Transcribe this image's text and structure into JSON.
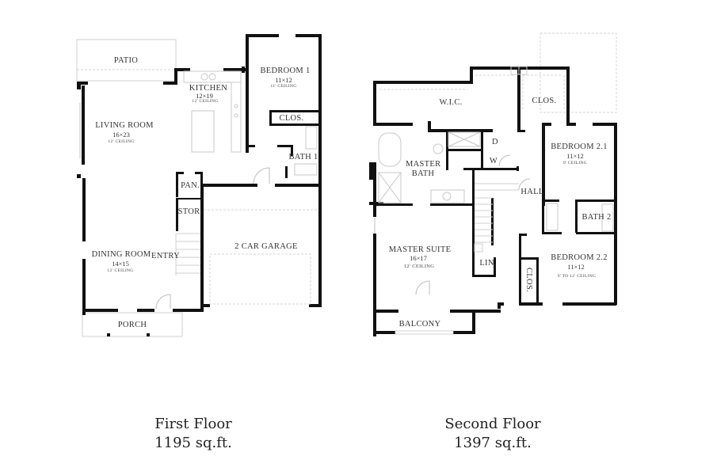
{
  "floors": [
    {
      "title": "First Floor",
      "area": "1195 sq.ft.",
      "rooms": {
        "patio": {
          "name": "PATIO"
        },
        "kitchen": {
          "name": "KITCHEN",
          "dims": "12×19",
          "ceiling": "12' CEILING"
        },
        "bedroom1": {
          "name": "BEDROOM 1",
          "dims": "11×12",
          "ceiling": "11' CEILING"
        },
        "living": {
          "name": "LIVING ROOM",
          "dims": "16×23",
          "ceiling": "12' CEILING"
        },
        "closet": {
          "name": "CLOS."
        },
        "bath1": {
          "name": "BATH 1"
        },
        "pantry": {
          "name": "PAN."
        },
        "storage": {
          "name": "STOR."
        },
        "garage": {
          "name": "2 CAR GARAGE"
        },
        "dining": {
          "name": "DINING ROOM",
          "dims": "14×15",
          "ceiling": "12' CEILING"
        },
        "entry": {
          "name": "ENTRY"
        },
        "porch": {
          "name": "PORCH"
        }
      }
    },
    {
      "title": "Second Floor",
      "area": "1397 sq.ft.",
      "rooms": {
        "wic": {
          "name": "W.I.C."
        },
        "closet_top": {
          "name": "CLOS."
        },
        "bedroom21": {
          "name": "BEDROOM 2.1",
          "dims": "11×12",
          "ceiling": "9' CEILING"
        },
        "dryer": {
          "name": "D"
        },
        "washer": {
          "name": "W"
        },
        "master_bath": {
          "name": "MASTER BATH"
        },
        "hall": {
          "name": "HALL"
        },
        "bath2": {
          "name": "BATH 2"
        },
        "master_suite": {
          "name": "MASTER SUITE",
          "dims": "16×17",
          "ceiling": "12' CEILING"
        },
        "linen": {
          "name": "LIN."
        },
        "closet_side": {
          "name": "CLOS."
        },
        "bedroom22": {
          "name": "BEDROOM 2.2",
          "dims": "11×12",
          "ceiling": "9' TO 12' CEILING"
        },
        "balcony": {
          "name": "BALCONY"
        }
      }
    }
  ],
  "colors": {
    "wall": "#111111",
    "fixture": "#c8c8c8",
    "text": "#333333",
    "background": "#ffffff"
  }
}
